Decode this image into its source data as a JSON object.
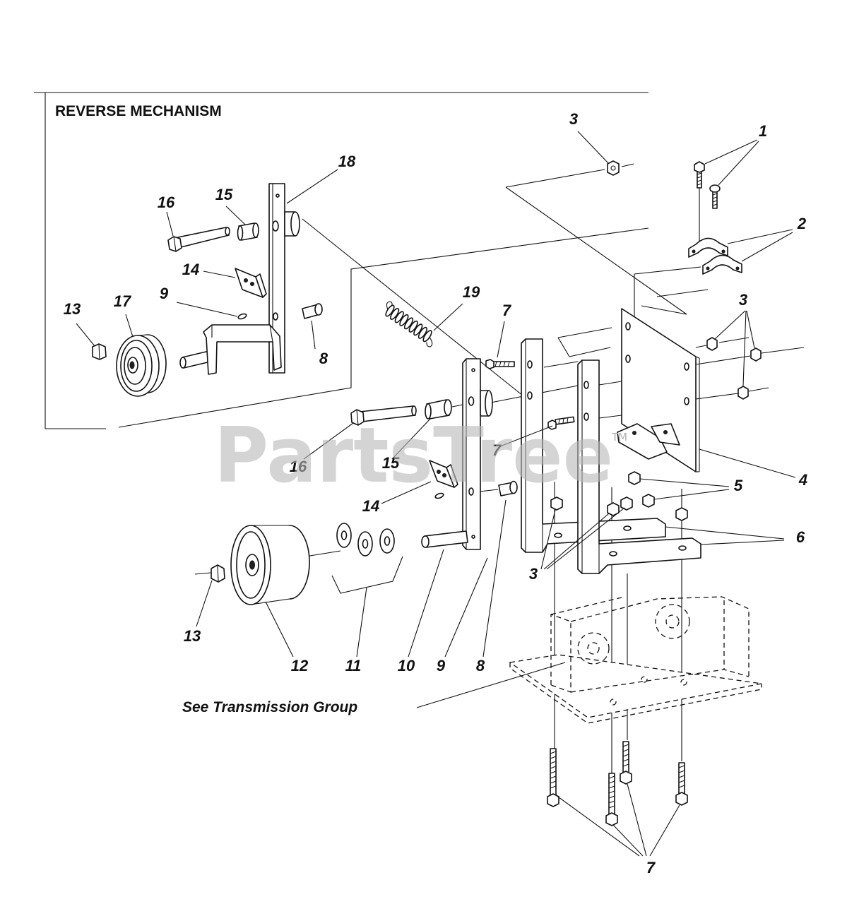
{
  "inset": {
    "title": "REVERSE MECHANISM"
  },
  "callouts": [
    "18",
    "16",
    "15",
    "14",
    "13",
    "17",
    "9",
    "8",
    "3",
    "1",
    "2",
    "3",
    "19",
    "7",
    "7",
    "16",
    "15",
    "14",
    "4",
    "5",
    "6",
    "3",
    "13",
    "12",
    "11",
    "10",
    "9",
    "8",
    "7"
  ],
  "transmission_note": "See Transmission Group",
  "watermark": {
    "text": "PartsTree",
    "trademark": "TM"
  }
}
